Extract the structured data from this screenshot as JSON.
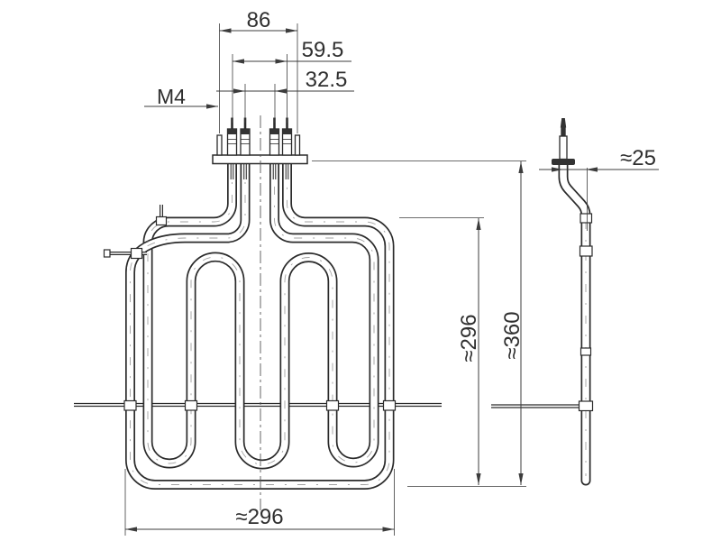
{
  "dimensions": {
    "stud_spacing": "86",
    "outer_pin_spacing": "59.5",
    "inner_pin_spacing": "32.5",
    "thread_size": "M4",
    "side_offset": "≈25",
    "body_height": "≈296",
    "overall_height": "≈360",
    "body_width": "≈296"
  },
  "colors": {
    "line": "#2b2b2b",
    "dimension": "#3c3c3c",
    "background": "#ffffff"
  }
}
